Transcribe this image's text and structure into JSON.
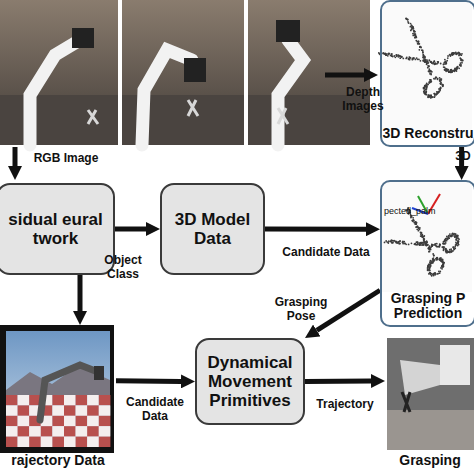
{
  "diagram": {
    "nodes": [
      {
        "text": [
          "3D Reconstru"
        ]
      },
      {
        "text": [
          "sidual eural twork"
        ]
      },
      {
        "text": [
          "3D Model Data"
        ]
      },
      {
        "text": [
          "Grasping P Prediction"
        ]
      },
      {
        "text": [
          "rajectory Data"
        ]
      },
      {
        "text": [
          "Dynamical Movement Primitives"
        ]
      },
      {
        "text": [
          "Grasping"
        ]
      }
    ],
    "edges": [
      {
        "from": 0,
        "to": 3,
        "label": "3D",
        "arrow": "to"
      },
      {
        "from": 1,
        "to": 2,
        "arrow": "to"
      },
      {
        "from": 2,
        "to": 3,
        "label": "Candidate Data",
        "arrow": "to"
      },
      {
        "from": 1,
        "to": 4,
        "label": "Object Class",
        "arrow": "to"
      },
      {
        "from": 3,
        "to": 5,
        "label": "Grasping Pose",
        "arrow": "to"
      },
      {
        "from": 4,
        "to": 5,
        "label": "Candidate Data",
        "arrow": "to"
      },
      {
        "from": 5,
        "to": 6,
        "label": "Trajectory",
        "arrow": "to"
      }
    ],
    "labels": [
      "Depth Images",
      "RGB Image",
      "pected_palm"
    ]
  }
}
